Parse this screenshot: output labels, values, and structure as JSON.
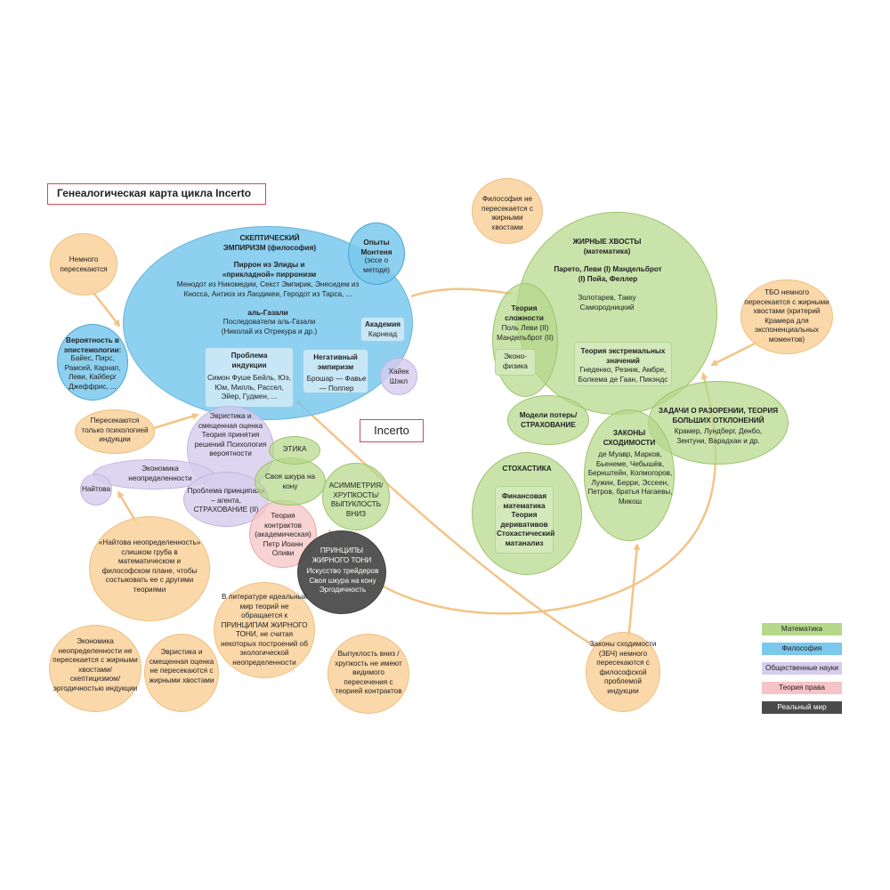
{
  "title": "Генеалогическая карта цикла Incerto",
  "center_label": "Incerto",
  "colors": {
    "math": "#b5d88b",
    "philosophy": "#7ac8ec",
    "social": "#d6ccec",
    "law": "#f6c4c4",
    "real_world": "#4a4a4a",
    "note": "#fad4a0",
    "arrow": "#f3c487"
  },
  "nodes": {
    "skeptic": {
      "heading": "СКЕПТИЧЕСКИЙ ЭМПИРИЗМ (философия)",
      "pyrrho": "Пиррон из Элиды и «прикладной» пирронизм",
      "pyrrho_text": "Менодот из Никомедии, Секст Эмпирик, Энесидем из Кносса, Антиох из Лаодикеи, Геродот из Тарса, ...",
      "ghazali": "аль-Газали",
      "ghazali_text": "Последователи аль-Газали (Николай из Отрекура и др.)"
    },
    "montaigne": {
      "heading": "Опыты Монтеня",
      "text": "(эссе о методе)"
    },
    "academy": {
      "heading": "Академия",
      "text": "Карнеад"
    },
    "induction": {
      "heading": "Проблема индукции",
      "text": "Симон Фуше Бейль, Юэ, Юм, Милль, Рассел, Эйер, Гудмен, ..."
    },
    "neg_emp": {
      "heading": "Негативный эмпиризм",
      "text": "Брошар — Фавье — Поппер"
    },
    "hayek": {
      "text": "Хайек Шэкл"
    },
    "probability": {
      "heading": "Вероятность в эпистемологии:",
      "text": "Байес, Пирс, Рамсей, Карнап, Леви, Кайберг Джеффрис, ..."
    },
    "heuristics": {
      "text": "Эвристика и смещенная оценка Теория принятия решений Психология вероятности"
    },
    "ethics": {
      "text": "ЭТИКА"
    },
    "econ_uncertainty": {
      "text": "Экономика неопределенности"
    },
    "knight": {
      "text": "Найтова"
    },
    "agency": {
      "text": "Проблема принципала – агента, СТРАХОВАНИЕ (II)"
    },
    "skin": {
      "text": "Своя шкура на кону"
    },
    "asymmetry": {
      "text": "АСИММЕТРИЯ/ ХРУПКОСТЬ/ ВЫПУКЛОСТЬ ВНИЗ"
    },
    "contracts": {
      "text": "Теория контрактов (академическая) Петр Иоанн Оливи"
    },
    "fat_tony": {
      "heading": "ПРИНЦИПЫ ЖИРНОГО ТОНИ",
      "text": "Искусство трейдеров Своя шкура на кону Эргодичность"
    },
    "fat_tails": {
      "heading": "ЖИРНЫЕ ХВОСТЫ (математика)",
      "names": "Парето, Леви (I) Мандельброт (I) Пойа, Феллер",
      "text": "Золотарев, Такку Самородницкий"
    },
    "complexity": {
      "heading": "Теория сложности",
      "text": "Поль Леви (II) Мандельброт (II)"
    },
    "econophysics": {
      "text": "Эконо- физика"
    },
    "extreme": {
      "heading": "Теория экстремальных значений",
      "text": "Гнеденко, Резник, Амбре, Болкема де Гаан, Пикэндс"
    },
    "loss_models": {
      "text": "Модели потерь/ СТРАХОВАНИЕ"
    },
    "ruin": {
      "heading": "ЗАДАЧИ О РАЗОРЕНИИ, ТЕОРИЯ БОЛЬШИХ ОТКЛОНЕНИЙ",
      "text": "Крамер, Лундберг, Денбо, Зеитуни, Варадхан и др."
    },
    "convergence": {
      "heading": "ЗАКОНЫ СХОДИМОСТИ",
      "text": "де Муавр, Марков, Бьенеме, Чебышёв, Бернштейн, Колмогоров, Лужин, Берри, Эссеен, Петров, братья Нагаевы, Микош"
    },
    "stochastics": {
      "heading": "СТОХАСТИКА",
      "text": "Финансовая математика Теория деривативов Стохастический матанализ"
    }
  },
  "notes": [
    {
      "id": "n1",
      "text": "Немного пересекаются"
    },
    {
      "id": "n2",
      "text": "Пересекаются только психологией индукции"
    },
    {
      "id": "n3",
      "text": "Философия не пересекается с жирными хвостами"
    },
    {
      "id": "n4",
      "text": "ТБО немного пересекается с жирными хвостами (критерий Крамера для экспоненциальных моментов)"
    },
    {
      "id": "n5",
      "text": "«Найтова неопределенность» слишком груба в математическом и философском плане, чтобы состыковать ее с другими теориями"
    },
    {
      "id": "n6",
      "text": "Экономика неопределенности не пересекается с жирными хвостами/ скептицизмом/ эргодичностью индукции"
    },
    {
      "id": "n7",
      "text": "Эвристика и смещенная оценка не пересекаются с жирными хвостами"
    },
    {
      "id": "n8",
      "text": "В литературе идеальный мир теорий не обращается к ПРИНЦИПАМ ЖИРНОГО ТОНИ, не считая некоторых построений об экологической неопределенности"
    },
    {
      "id": "n9",
      "text": "Выпуклость вниз / хрупкость не имеют видимого пересечения с теорией контрактов"
    },
    {
      "id": "n10",
      "text": "Законы сходимости (ЗБЧ) немного пересекаются с философской проблемой индукции"
    }
  ],
  "legend": [
    {
      "label": "Математика",
      "color": "#b5d88b"
    },
    {
      "label": "Философия",
      "color": "#7ac8ec"
    },
    {
      "label": "Общественные науки",
      "color": "#d6ccec"
    },
    {
      "label": "Теория права",
      "color": "#f6c4c4"
    },
    {
      "label": "Реальный мир",
      "color": "#4a4a4a"
    }
  ]
}
